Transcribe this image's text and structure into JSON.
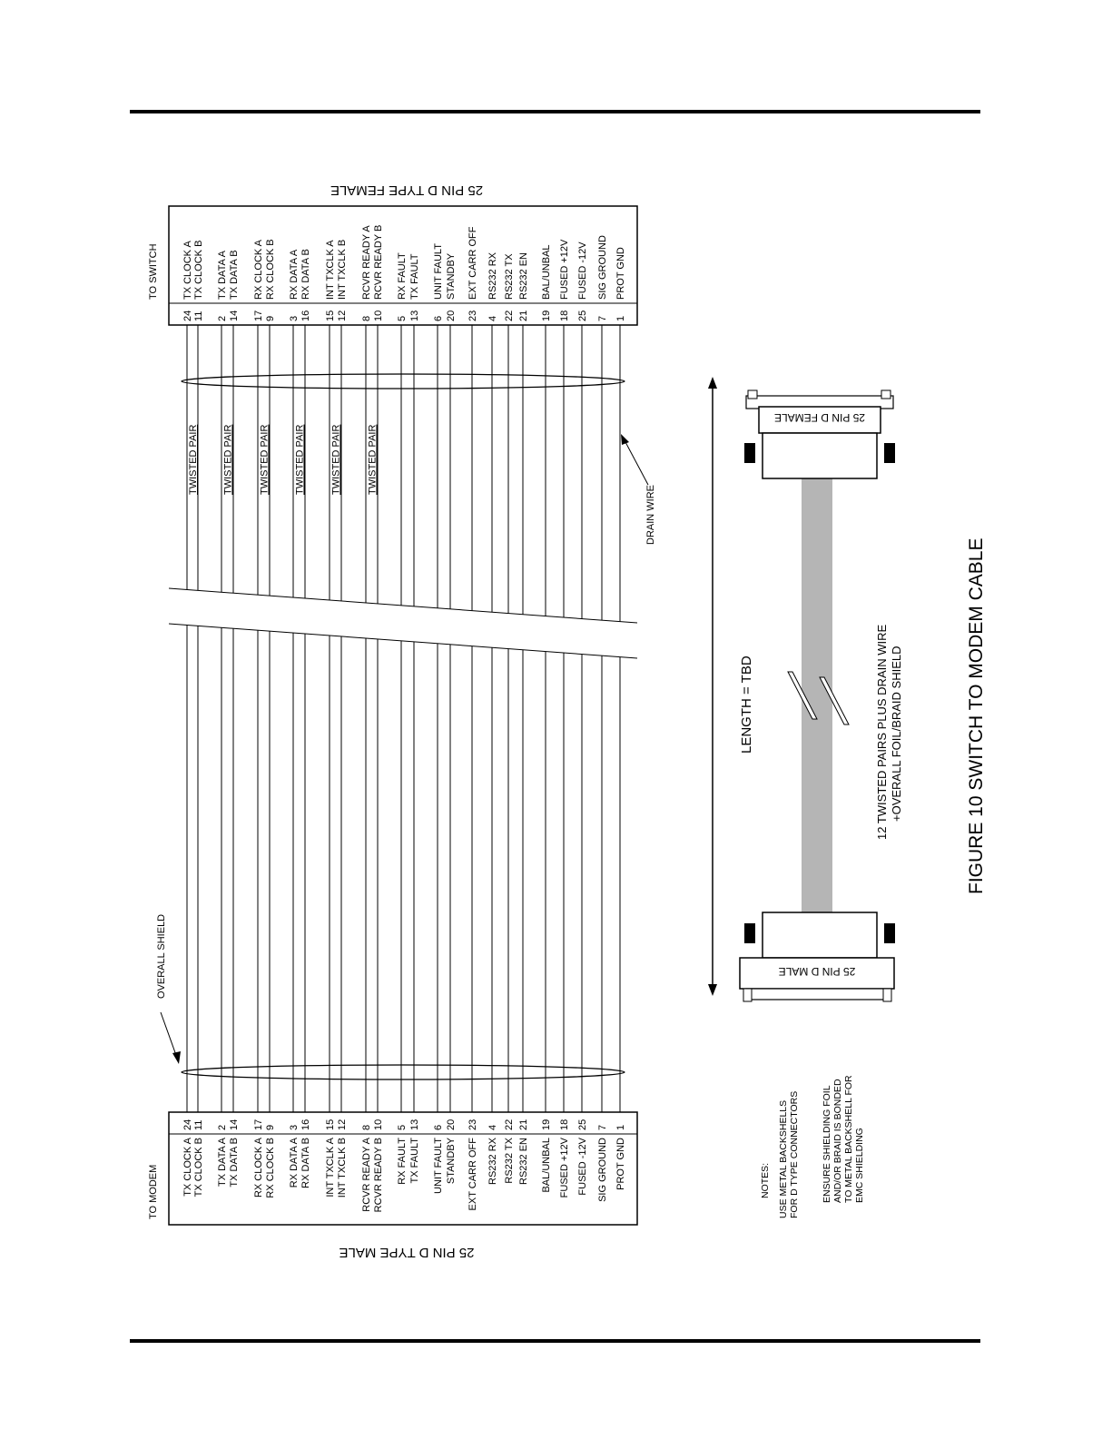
{
  "figure": {
    "caption": "FIGURE 10   SWITCH TO MODEM CABLE"
  },
  "left_connector": {
    "title": "25 PIN D TYPE  MALE",
    "header": "TO MODEM"
  },
  "right_connector": {
    "title": "25 PIN D TYPE FEMALE",
    "header": "TO SWITCH"
  },
  "signals": [
    {
      "left_label": "TX CLOCK A",
      "right_label": "TX CLOCK A",
      "pin": "24"
    },
    {
      "left_label": "TX CLOCK B",
      "right_label": "TX CLOCK B",
      "pin": "11"
    },
    {
      "left_label": "TX DATA A",
      "right_label": "TX DATA A",
      "pin": "2"
    },
    {
      "left_label": "TX DATA B",
      "right_label": "TX DATA B",
      "pin": "14"
    },
    {
      "left_label": "RX CLOCK A",
      "right_label": "RX CLOCK A",
      "pin": "17"
    },
    {
      "left_label": "RX CLOCK B",
      "right_label": "RX CLOCK B",
      "pin": "9"
    },
    {
      "left_label": "RX DATA A",
      "right_label": "RX DATA A",
      "pin": "3"
    },
    {
      "left_label": "RX DATA B",
      "right_label": "RX DATA B",
      "pin": "16"
    },
    {
      "left_label": "INT TXCLK A",
      "right_label": "INT TXCLK A",
      "pin": "15"
    },
    {
      "left_label": "INT TXCLK B",
      "right_label": "INT TXCLK B",
      "pin": "12"
    },
    {
      "left_label": "RCVR READY A",
      "right_label": "RCVR READY A",
      "pin": "8"
    },
    {
      "left_label": "RCVR READY B",
      "right_label": "RCVR READY B",
      "pin": "10"
    },
    {
      "left_label": "RX FAULT",
      "right_label": "RX FAULT",
      "pin": "5"
    },
    {
      "left_label": "TX FAULT",
      "right_label": "TX FAULT",
      "pin": "13"
    },
    {
      "left_label": "UNIT FAULT",
      "right_label": "UNIT FAULT",
      "pin": "6"
    },
    {
      "left_label": "STANDBY",
      "right_label": "STANDBY",
      "pin": "20"
    },
    {
      "left_label": "EXT CARR OFF",
      "right_label": "EXT CARR OFF",
      "pin": "23"
    },
    {
      "left_label": "RS232 RX",
      "right_label": "RS232 RX",
      "pin": "4"
    },
    {
      "left_label": "RS232 TX",
      "right_label": "RS232 TX",
      "pin": "22"
    },
    {
      "left_label": "RS232 EN",
      "right_label": "RS232 EN",
      "pin": "21"
    },
    {
      "left_label": "BAL/UNBAL",
      "right_label": "BAL/UNBAL",
      "pin": "19"
    },
    {
      "left_label": "FUSED +12V",
      "right_label": "FUSED +12V",
      "pin": "18"
    },
    {
      "left_label": "FUSED -12V",
      "right_label": "FUSED -12V",
      "pin": "25"
    },
    {
      "left_label": "SIG GROUND",
      "right_label": "SIG GROUND",
      "pin": "7"
    },
    {
      "left_label": "PROT GND",
      "right_label": "PROT GND",
      "pin": "1"
    }
  ],
  "twisted_pair_label": "TWISTED PAIR",
  "overall_shield_label": "OVERALL SHIELD",
  "drain_wire_label": "DRAIN WIRE",
  "cable_illustration": {
    "length_label": "LENGTH = TBD",
    "male_plug_label": "25 PIN D MALE",
    "female_plug_label": "25 PIN D FEMALE",
    "cable_desc_line1": "12 TWISTED PAIRS PLUS DRAIN WIRE",
    "cable_desc_line2": "+OVERALL FOIL/BRAID SHIELD"
  },
  "notes": {
    "title": "NOTES:",
    "note1_line1": "USE METAL BACKSHELLS",
    "note1_line2": "FOR D TYPE CONNECTORS",
    "note2_line1": "ENSURE SHIELDING FOIL",
    "note2_line2": "AND/OR BRAID IS BONDED",
    "note2_line3": "TO METAL BACKSHELL FOR",
    "note2_line4": "EMC SHIELDING"
  }
}
